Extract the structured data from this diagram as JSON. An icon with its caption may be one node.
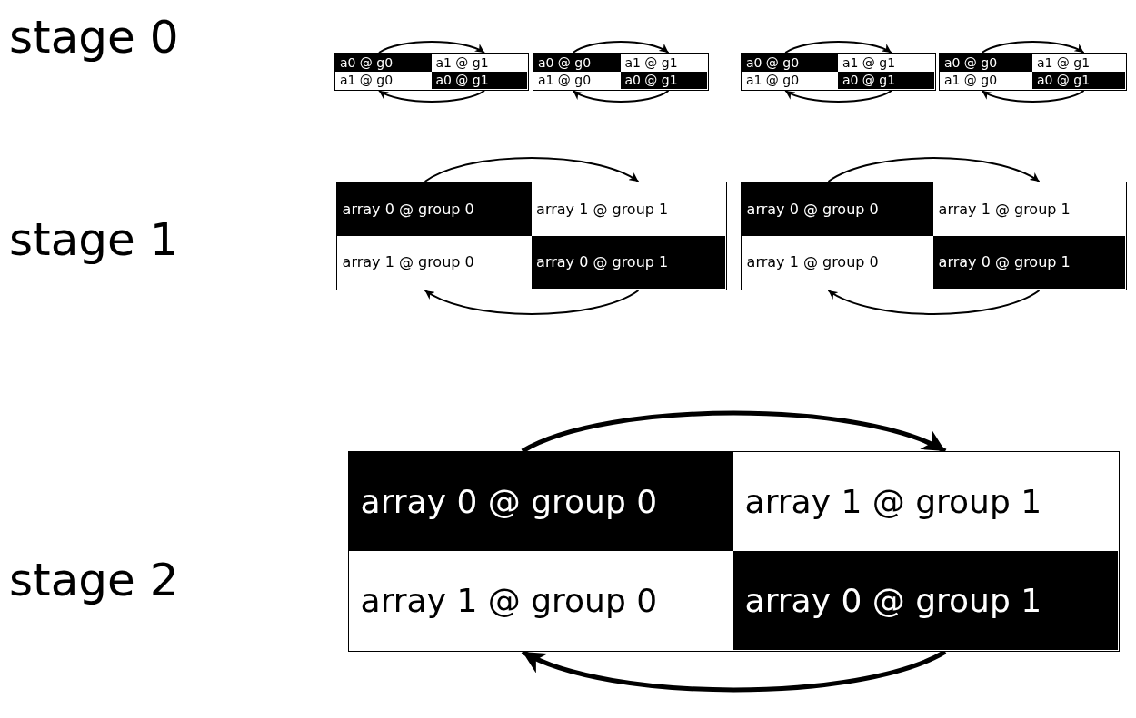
{
  "diagram": {
    "nodes": [
      {
        "text": [],
        "shape": "box"
      },
      {
        "text": [
          "a0 @ g0"
        ],
        "in": 0
      },
      {
        "text": [
          "a1 @ g1"
        ],
        "in": 0
      },
      {
        "text": [
          "a1 @ g0"
        ],
        "in": 0
      },
      {
        "text": [
          "a0 @ g1"
        ],
        "in": 0
      },
      {
        "text": [],
        "shape": "box"
      },
      {
        "text": [
          "a0 @ g0"
        ],
        "in": 5
      },
      {
        "text": [
          "a1 @ g1"
        ],
        "in": 5
      },
      {
        "text": [
          "a1 @ g0"
        ],
        "in": 5
      },
      {
        "text": [
          "a0 @ g1"
        ],
        "in": 5
      },
      {
        "text": [],
        "shape": "box"
      },
      {
        "text": [
          "a0 @ g0"
        ],
        "in": 10
      },
      {
        "text": [
          "a1 @ g1"
        ],
        "in": 10
      },
      {
        "text": [
          "a1 @ g0"
        ],
        "in": 10
      },
      {
        "text": [
          "a0 @ g1"
        ],
        "in": 10
      },
      {
        "text": [],
        "shape": "box"
      },
      {
        "text": [
          "a0 @ g0"
        ],
        "in": 15
      },
      {
        "text": [
          "a1 @ g1"
        ],
        "in": 15
      },
      {
        "text": [
          "a1 @ g0"
        ],
        "in": 15
      },
      {
        "text": [
          "a0 @ g1"
        ],
        "in": 15
      },
      {
        "text": [],
        "shape": "box"
      },
      {
        "text": [
          "array 0 @ group 0"
        ],
        "in": 20
      },
      {
        "text": [
          "array 1 @ group 1"
        ],
        "in": 20
      },
      {
        "text": [
          "array 1 @ group 0"
        ],
        "in": 20
      },
      {
        "text": [
          "array 0 @ group 1"
        ],
        "in": 20
      },
      {
        "text": [],
        "shape": "box"
      },
      {
        "text": [
          "array 0 @ group 0"
        ],
        "in": 25
      },
      {
        "text": [
          "array 1 @ group 1"
        ],
        "in": 25
      },
      {
        "text": [
          "array 1 @ group 0"
        ],
        "in": 25
      },
      {
        "text": [
          "array 0 @ group 1"
        ],
        "in": 25
      },
      {
        "text": [],
        "shape": "box"
      },
      {
        "text": [
          "array 0 @ group 0"
        ],
        "in": 30
      },
      {
        "text": [
          "array 1 @ group 1"
        ],
        "in": 30
      },
      {
        "text": [
          "array 1 @ group 0"
        ],
        "in": 30
      },
      {
        "text": [
          "array 0 @ group 1"
        ],
        "in": 30
      }
    ],
    "edges": [
      {
        "from": 1,
        "to": 2,
        "arrow": "to"
      },
      {
        "from": 4,
        "to": 3,
        "arrow": "to"
      },
      {
        "from": 6,
        "to": 7,
        "arrow": "to"
      },
      {
        "from": 9,
        "to": 8,
        "arrow": "to"
      },
      {
        "from": 11,
        "to": 12,
        "arrow": "to"
      },
      {
        "from": 14,
        "to": 13,
        "arrow": "to"
      },
      {
        "from": 16,
        "to": 17,
        "arrow": "to"
      },
      {
        "from": 19,
        "to": 18,
        "arrow": "to"
      },
      {
        "from": 21,
        "to": 22,
        "arrow": "to"
      },
      {
        "from": 24,
        "to": 23,
        "arrow": "to"
      },
      {
        "from": 26,
        "to": 27,
        "arrow": "to"
      },
      {
        "from": 29,
        "to": 28,
        "arrow": "to"
      },
      {
        "from": 31,
        "to": 32,
        "arrow": "to",
        "style": "thick"
      },
      {
        "from": 34,
        "to": 33,
        "arrow": "to",
        "style": "thick"
      }
    ],
    "labels": [
      "stage 0",
      "stage 1",
      "stage 2"
    ]
  }
}
